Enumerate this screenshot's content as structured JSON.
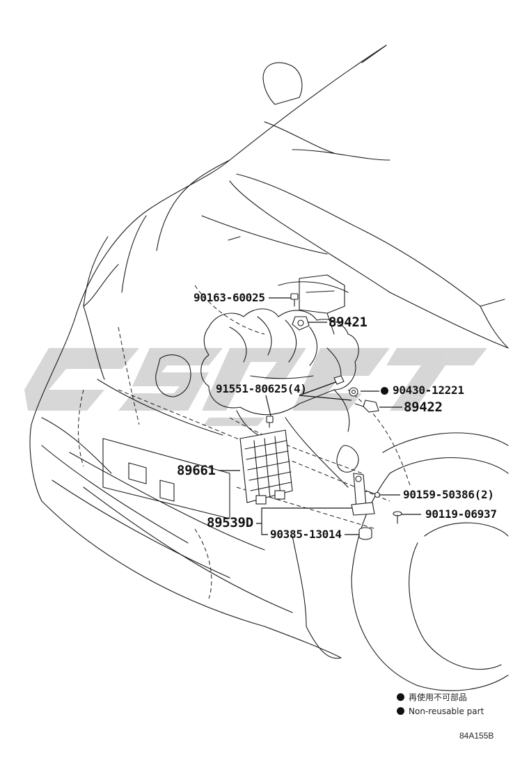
{
  "callouts": {
    "c90163": "90163-60025",
    "c89421": "89421",
    "c91551": "91551-80625(4)",
    "c90430": "90430-12221",
    "c89422": "89422",
    "c89661": "89661",
    "c90159": "90159-50386(2)",
    "c90119": "90119-06937",
    "c89539D": "89539D",
    "c90385": "90385-13014"
  },
  "legend": {
    "ja": "再使用不可部品",
    "en": "Non-reusable part"
  },
  "figure_code": "84A155B",
  "colors": {
    "line": "#1a1a1a",
    "watermark": "#cfcfcf",
    "marker": "#111111"
  }
}
